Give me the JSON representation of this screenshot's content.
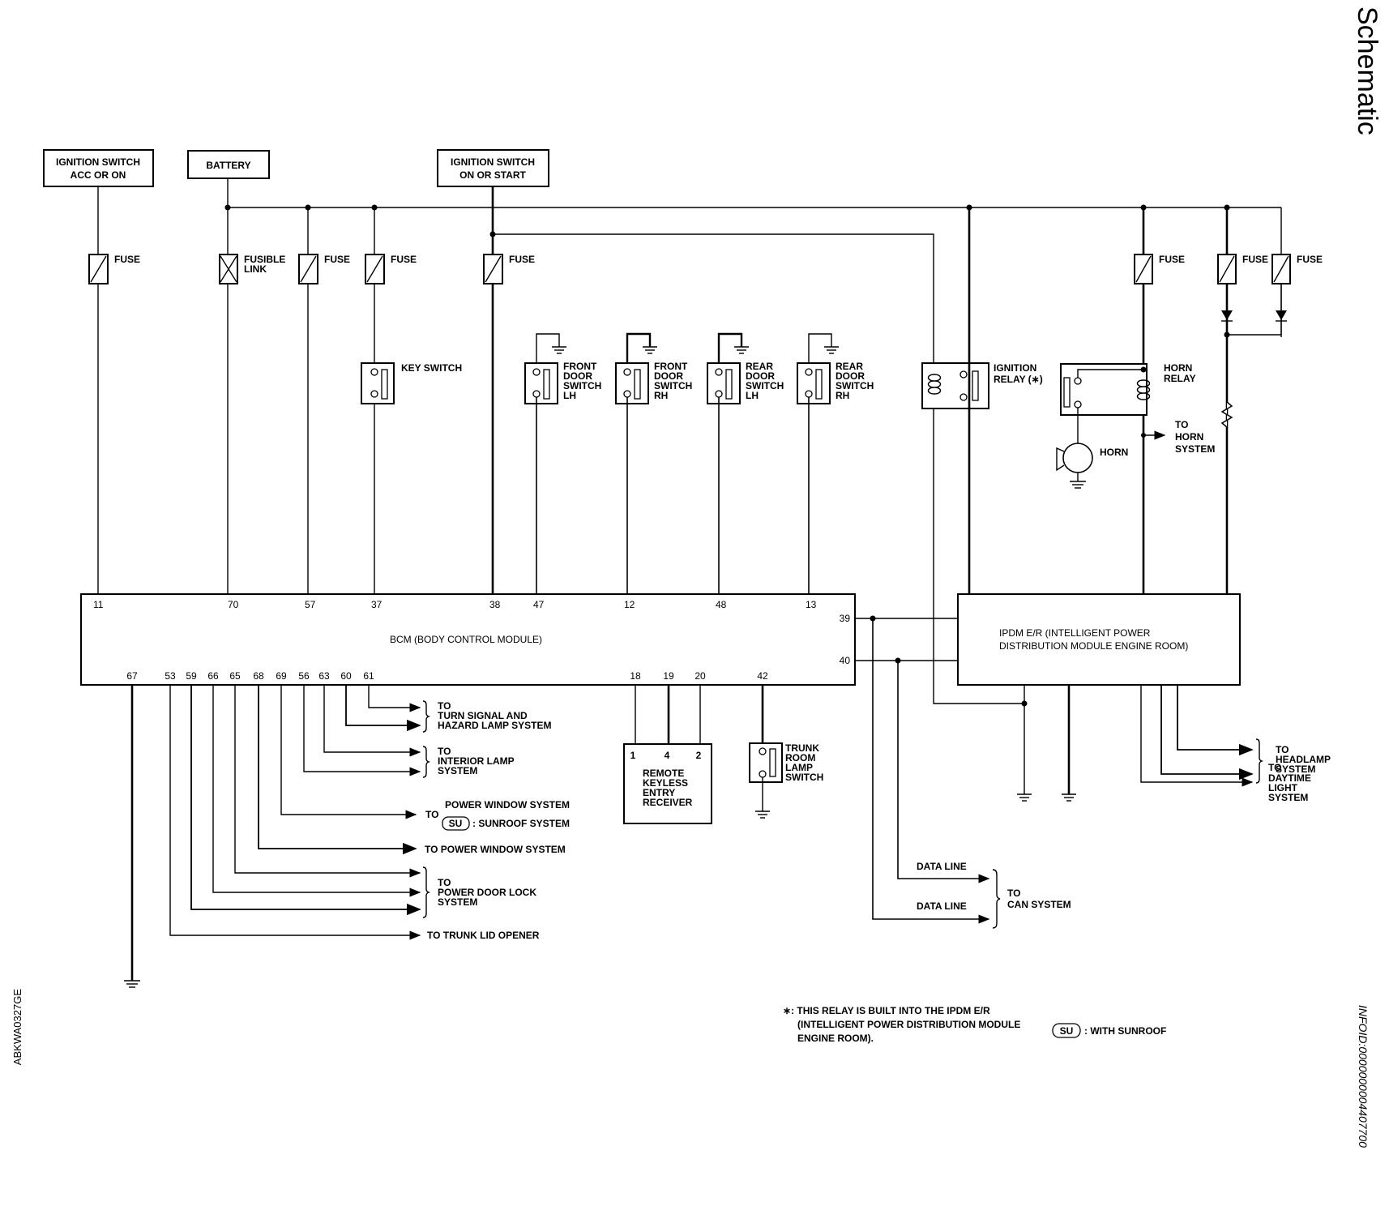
{
  "page": {
    "section_title": "Schematic",
    "info_id": "INFOID:0000000004407700",
    "figure_id": "ABKWA0327GE"
  },
  "sources": {
    "ign_acc": [
      "IGNITION SWITCH",
      "ACC OR ON"
    ],
    "battery": "BATTERY",
    "ign_start": [
      "IGNITION SWITCH",
      "ON OR START"
    ]
  },
  "fuses": {
    "fuse": "FUSE",
    "fusible_link": [
      "FUSIBLE",
      "LINK"
    ]
  },
  "switches": {
    "key_switch": "KEY SWITCH",
    "front_door_lh": [
      "FRONT",
      "DOOR",
      "SWITCH",
      "LH"
    ],
    "front_door_rh": [
      "FRONT",
      "DOOR",
      "SWITCH",
      "RH"
    ],
    "rear_door_lh": [
      "REAR",
      "DOOR",
      "SWITCH",
      "LH"
    ],
    "rear_door_rh": [
      "REAR",
      "DOOR",
      "SWITCH",
      "RH"
    ],
    "trunk_room_lamp": [
      "TRUNK",
      "ROOM",
      "LAMP",
      "SWITCH"
    ]
  },
  "relays": {
    "ignition_relay": [
      "IGNITION",
      "RELAY (∗)"
    ],
    "horn_relay": [
      "HORN",
      "RELAY"
    ],
    "horn": "HORN",
    "to_horn_system": [
      "TO",
      "HORN",
      "SYSTEM"
    ]
  },
  "bcm": {
    "label": "BCM (BODY CONTROL MODULE)",
    "top_pins": [
      "11",
      "70",
      "57",
      "37",
      "38",
      "47",
      "12",
      "48",
      "13"
    ],
    "right_pins": [
      "39",
      "40"
    ],
    "bottom_pins": [
      "67",
      "53",
      "59",
      "66",
      "65",
      "68",
      "69",
      "56",
      "63",
      "60",
      "61",
      "18",
      "19",
      "20",
      "42"
    ]
  },
  "ipdm": {
    "label": [
      "IPDM E/R (INTELLIGENT POWER",
      "DISTRIBUTION MODULE ENGINE ROOM)"
    ]
  },
  "keyless": {
    "pins": [
      "1",
      "4",
      "2"
    ],
    "label": [
      "REMOTE",
      "KEYLESS",
      "ENTRY",
      "RECEIVER"
    ]
  },
  "outputs": {
    "turn_signal": [
      "TO",
      "TURN SIGNAL AND",
      "HAZARD LAMP SYSTEM"
    ],
    "interior_lamp": [
      "TO",
      "INTERIOR LAMP",
      "SYSTEM"
    ],
    "power_window_su": {
      "to": "TO",
      "line1": "POWER WINDOW SYSTEM",
      "badge": "SU",
      "line2": ": SUNROOF SYSTEM"
    },
    "power_window": "TO POWER WINDOW SYSTEM",
    "door_lock": [
      "TO",
      "POWER DOOR LOCK",
      "SYSTEM"
    ],
    "trunk_lid": "TO TRUNK LID OPENER",
    "headlamp": [
      "TO",
      "HEADLAMP",
      "SYSTEM"
    ],
    "daytime": [
      "TO",
      "DAYTIME",
      "LIGHT",
      "SYSTEM"
    ],
    "data_line": "DATA LINE",
    "can_system": [
      "TO",
      "CAN SYSTEM"
    ]
  },
  "notes": {
    "relay_note": [
      "∗: THIS RELAY IS BUILT INTO THE IPDM E/R",
      "(INTELLIGENT POWER DISTRIBUTION MODULE",
      "ENGINE ROOM)."
    ],
    "su_badge": "SU",
    "su_note": ": WITH SUNROOF"
  },
  "colors": {
    "ink": "#000000",
    "paper": "#ffffff"
  }
}
